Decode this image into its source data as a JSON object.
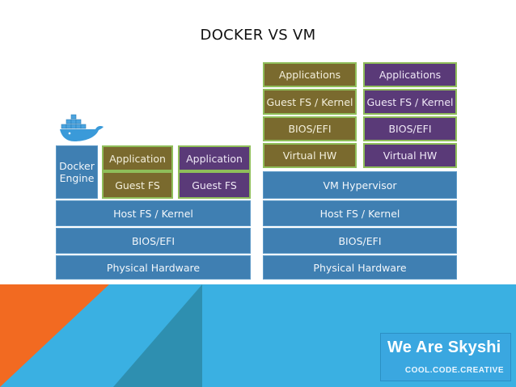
{
  "title": "DOCKER VS VM",
  "docker_stack": {
    "engine": [
      "Docker",
      "Engine"
    ],
    "containers": [
      {
        "app": "Application",
        "fs": "Guest FS"
      },
      {
        "app": "Application",
        "fs": "Guest FS"
      }
    ],
    "host_fs": "Host FS / Kernel",
    "bios": "BIOS/EFI",
    "hardware": "Physical Hardware"
  },
  "vm_stack": {
    "vms": [
      {
        "app": "Applications",
        "guest": "Guest FS / Kernel",
        "bios": "BIOS/EFI",
        "hw": "Virtual HW"
      },
      {
        "app": "Applications",
        "guest": "Guest FS / Kernel",
        "bios": "BIOS/EFI",
        "hw": "Virtual HW"
      }
    ],
    "hypervisor": "VM Hypervisor",
    "host_fs": "Host FS / Kernel",
    "bios": "BIOS/EFI",
    "hardware": "Physical Hardware"
  },
  "logo": {
    "main": "We Are Skyshi",
    "tagline": "COOL.CODE.CREATIVE"
  },
  "colors": {
    "layer_blue": "#3f7fb2",
    "app_olive": "#7a6a2e",
    "app_purple": "#5a3a78",
    "border_green": "#8fbe5a",
    "accent_orange": "#f26a21",
    "accent_cyan": "#3ab0e2"
  }
}
